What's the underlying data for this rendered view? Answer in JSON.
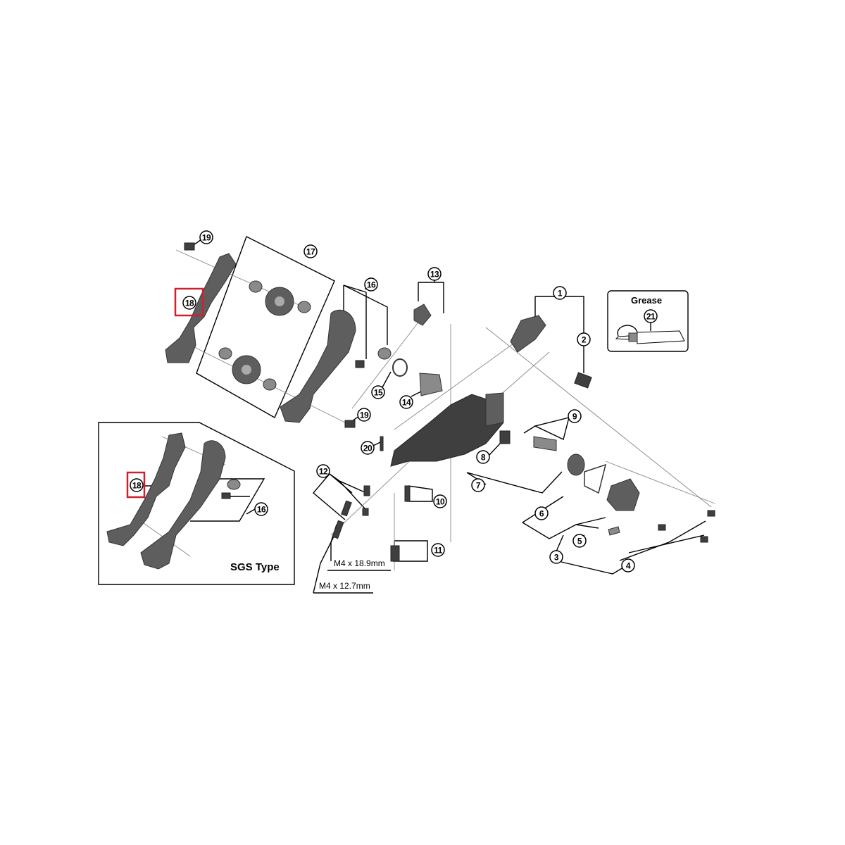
{
  "callouts": [
    "19",
    "17",
    "16",
    "13",
    "1",
    "2",
    "21",
    "18",
    "15",
    "14",
    "19",
    "9",
    "20",
    "8",
    "12",
    "7",
    "10",
    "6",
    "5",
    "3",
    "4",
    "11",
    "18",
    "16"
  ],
  "grease_box": {
    "title": "Grease",
    "callout": "21"
  },
  "sgs_box": {
    "title": "SGS Type"
  },
  "bolt_labels": [
    "M4 x 18.9mm",
    "M4 x 12.7mm"
  ],
  "highlight_color": "#d0202e"
}
